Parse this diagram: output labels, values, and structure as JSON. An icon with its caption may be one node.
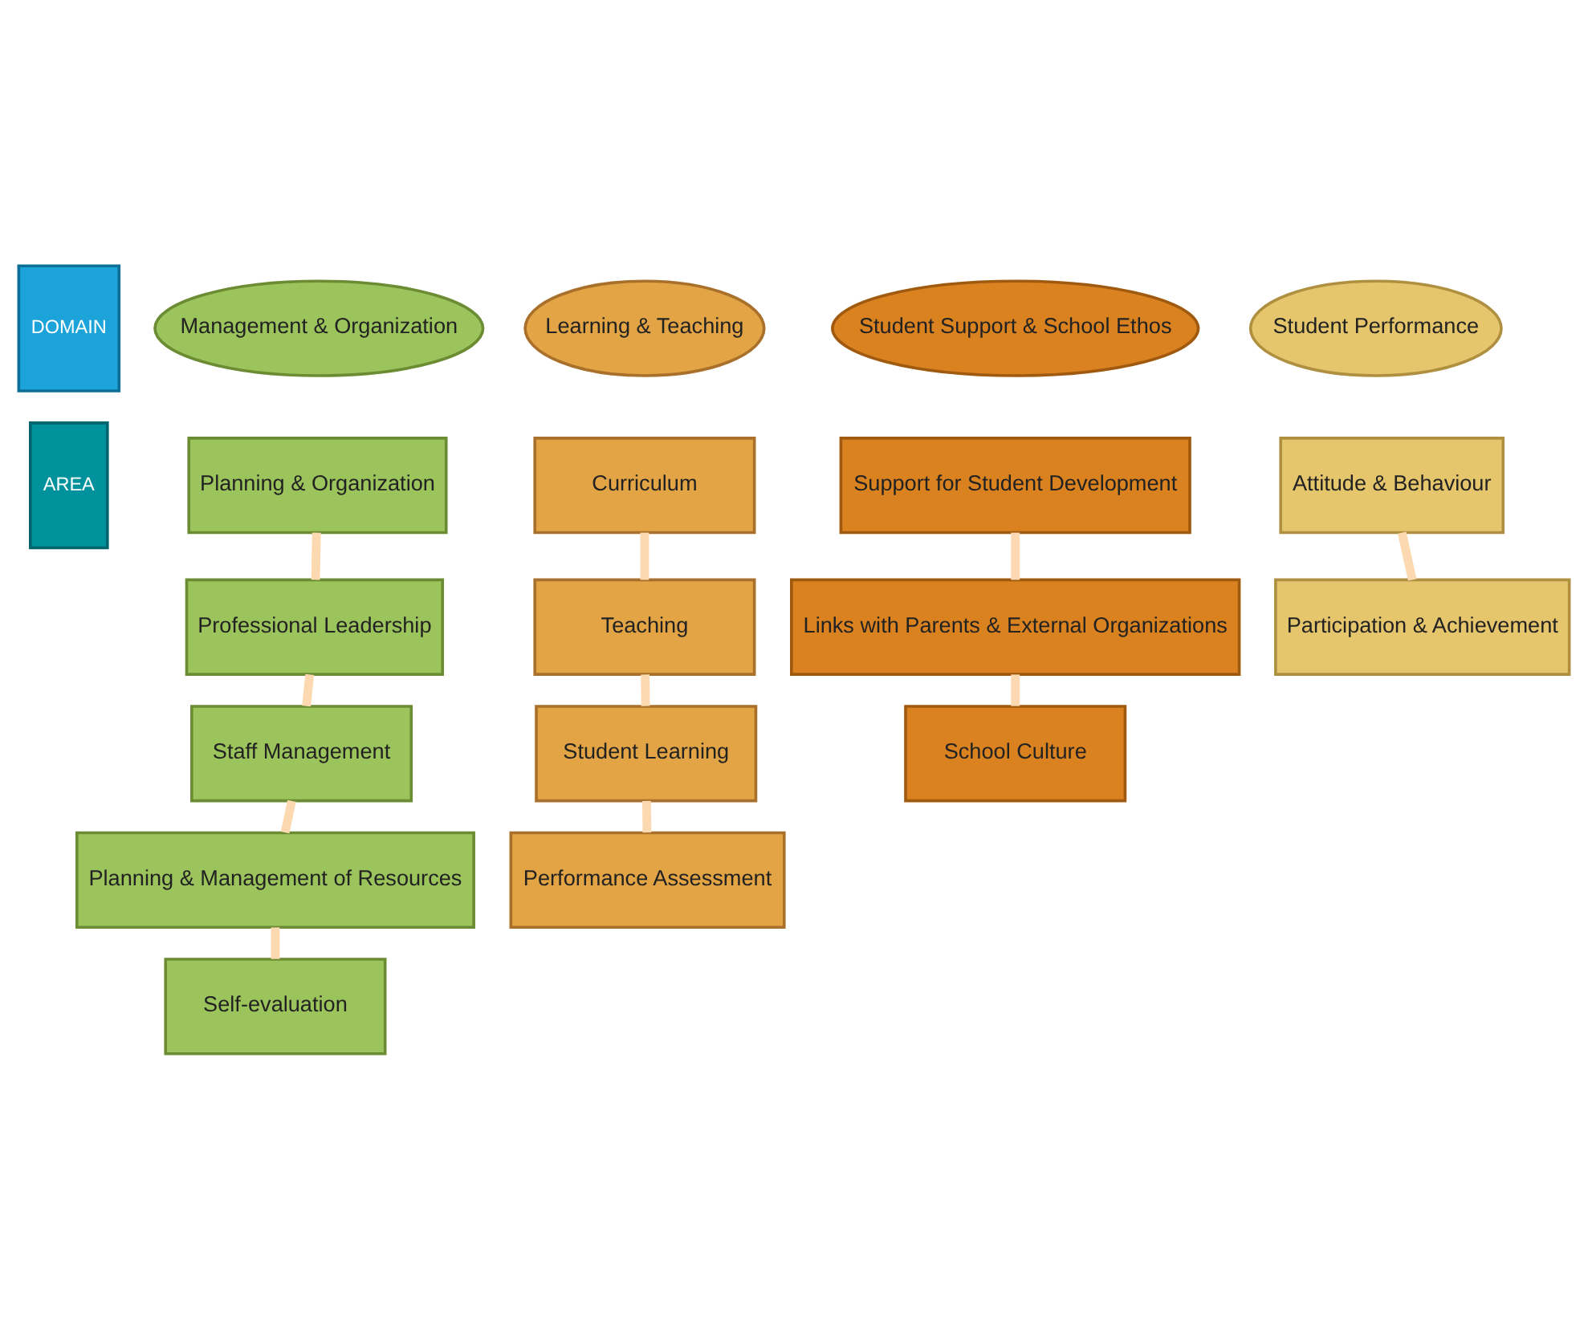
{
  "diagram": {
    "nodes": [
      {
        "text": [
          "DOMAIN"
        ]
      },
      {
        "text": [
          "AREA"
        ]
      },
      {
        "text": [
          "Management & Organization"
        ]
      },
      {
        "text": [
          "Planning & Organization"
        ]
      },
      {
        "text": [
          "Professional Leadership"
        ]
      },
      {
        "text": [
          "Staff Management"
        ]
      },
      {
        "text": [
          "Planning & Management of Resources"
        ]
      },
      {
        "text": [
          "Self-evaluation"
        ]
      },
      {
        "text": [
          "Learning & Teaching"
        ]
      },
      {
        "text": [
          "Curriculum"
        ]
      },
      {
        "text": [
          "Teaching"
        ]
      },
      {
        "text": [
          "Student Learning"
        ]
      },
      {
        "text": [
          "Performance Assessment"
        ]
      },
      {
        "text": [
          "Student Support & School Ethos"
        ]
      },
      {
        "text": [
          "Support for Student Development"
        ]
      },
      {
        "text": [
          "Links with Parents & External Organizations"
        ]
      },
      {
        "text": [
          "School Culture"
        ]
      },
      {
        "text": [
          "Student Performance"
        ]
      },
      {
        "text": [
          "Attitude & Behaviour"
        ]
      },
      {
        "text": [
          "Participation & Achievement"
        ]
      }
    ],
    "edges": [
      {
        "from": 3,
        "to": 4,
        "arrow": "none"
      },
      {
        "from": 4,
        "to": 5,
        "arrow": "none"
      },
      {
        "from": 5,
        "to": 6,
        "arrow": "none"
      },
      {
        "from": 6,
        "to": 7,
        "arrow": "none"
      },
      {
        "from": 9,
        "to": 10,
        "arrow": "none"
      },
      {
        "from": 10,
        "to": 11,
        "arrow": "none"
      },
      {
        "from": 11,
        "to": 12,
        "arrow": "none"
      },
      {
        "from": 14,
        "to": 15,
        "arrow": "none"
      },
      {
        "from": 15,
        "to": 16,
        "arrow": "none"
      },
      {
        "from": 18,
        "to": 19,
        "arrow": "none"
      }
    ]
  }
}
